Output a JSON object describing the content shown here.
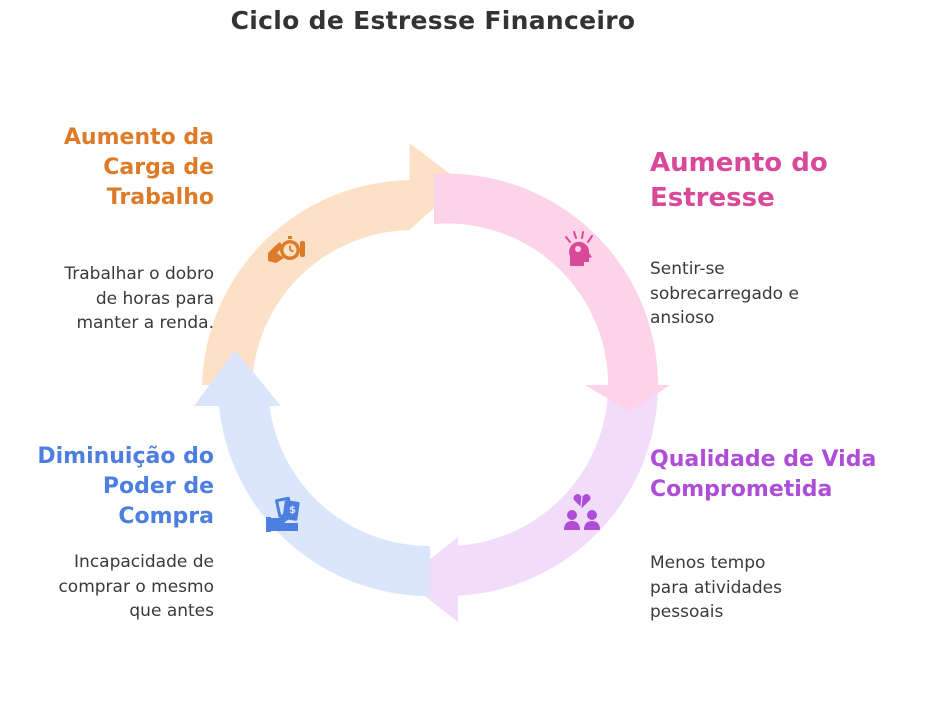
{
  "title": "Ciclo de Estresse Financeiro",
  "stages": [
    {
      "title_lines": [
        "Aumento da",
        "Carga de",
        "Trabalho"
      ],
      "desc_lines": [
        "Trabalhar o dobro",
        "de horas para",
        "manter a renda."
      ],
      "color": "#de7b28",
      "arc_color": "#fde1c6",
      "icon": "hand-clock-icon"
    },
    {
      "title_lines": [
        "Aumento do",
        "Estresse"
      ],
      "desc_lines": [
        "Sentir-se",
        "sobrecarregado e",
        "ansioso"
      ],
      "color": "#d9499a",
      "arc_color": "#fdd3ea",
      "icon": "stressed-head-icon"
    },
    {
      "title_lines": [
        "Qualidade de Vida",
        "Comprometida"
      ],
      "desc_lines": [
        "Menos tempo",
        "para atividades",
        "pessoais"
      ],
      "color": "#ae4ed8",
      "arc_color": "#f1ddf9",
      "icon": "broken-heart-couple-icon"
    },
    {
      "title_lines": [
        "Diminuição do",
        "Poder de",
        "Compra"
      ],
      "desc_lines": [
        "Incapacidade de",
        "comprar o mesmo",
        "que antes"
      ],
      "color": "#4d7fe0",
      "arc_color": "#dbe6fc",
      "icon": "hand-money-icon"
    }
  ]
}
